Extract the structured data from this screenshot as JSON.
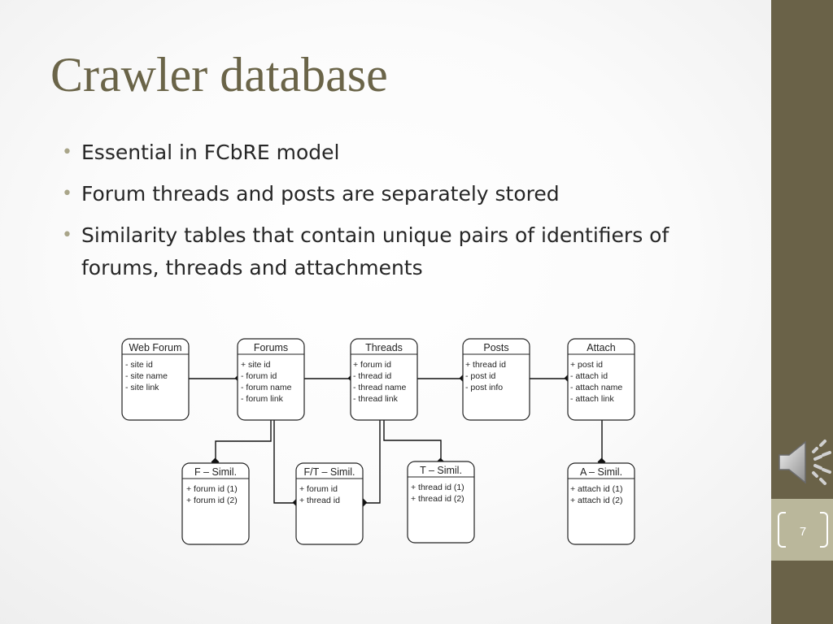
{
  "slide": {
    "title": "Crawler database",
    "bullets": [
      "Essential in FCbRE model",
      "Forum threads and posts are separately stored",
      "Similarity tables that contain unique pairs of identifiers of forums, threads and attachments"
    ],
    "page_number": "7",
    "audio_icon": "speaker-icon"
  },
  "colors": {
    "title": "#6a6448",
    "sidebar": "#6a6248",
    "sidebar_highlight": "#bab79b",
    "bullet": "#a9a589",
    "text": "#262626"
  },
  "diagram": {
    "web_forum": {
      "title": "Web Forum",
      "fields": [
        "- site id",
        "- site name",
        "- site link"
      ]
    },
    "forums": {
      "title": "Forums",
      "fields": [
        "+ site id",
        "- forum id",
        "- forum name",
        "- forum link"
      ]
    },
    "threads": {
      "title": "Threads",
      "fields": [
        "+ forum id",
        "- thread id",
        "- thread name",
        "- thread link"
      ]
    },
    "posts": {
      "title": "Posts",
      "fields": [
        "+ thread id",
        "- post id",
        "- post info"
      ]
    },
    "attach": {
      "title": "Attach",
      "fields": [
        "+ post id",
        "- attach id",
        "- attach name",
        "- attach link"
      ]
    },
    "f_simil": {
      "title": "F – Simil.",
      "fields": [
        "+ forum id (1)",
        "+ forum id (2)"
      ]
    },
    "ft_simil": {
      "title": "F/T – Simil.",
      "fields": [
        "+ forum id",
        "+ thread id"
      ]
    },
    "t_simil": {
      "title": "T – Simil.",
      "fields": [
        "+ thread id (1)",
        "+ thread id (2)"
      ]
    },
    "a_simil": {
      "title": "A – Simil.",
      "fields": [
        "+ attach id (1)",
        "+ attach id (2)"
      ]
    }
  }
}
